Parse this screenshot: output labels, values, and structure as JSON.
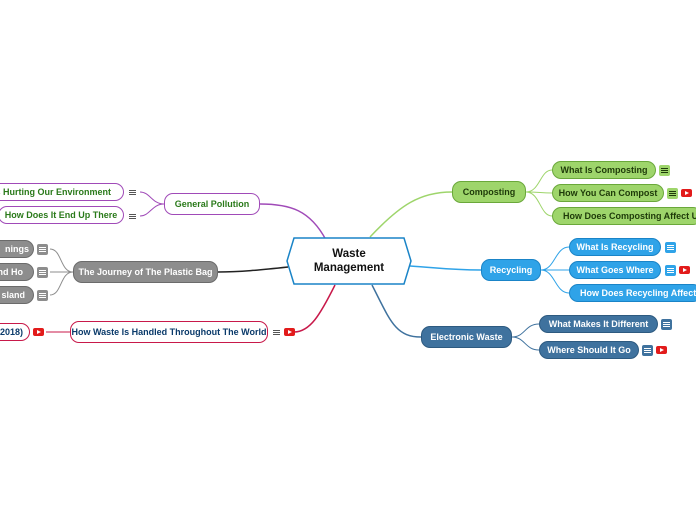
{
  "central": {
    "line1": "Waste",
    "line2": "Management"
  },
  "branches": {
    "composting": {
      "label": "Composting",
      "children": [
        "What Is Composting",
        "How You Can Compost",
        "How Does Composting Affect Us"
      ]
    },
    "recycling": {
      "label": "Recycling",
      "children": [
        "What Is Recycling",
        "What Goes Where",
        "How Does Recycling Affect Us"
      ]
    },
    "electronic": {
      "label": "Electronic Waste",
      "children": [
        "What Makes It Different",
        "Where Should It Go"
      ]
    },
    "pollution": {
      "label": "General Pollution",
      "children": [
        "Is Hurting Our Environment",
        "How Does It End Up There"
      ]
    },
    "plastic_bag": {
      "label": "The Journey of The Plastic Bag",
      "children": [
        "nings",
        "nd Ho",
        "sland"
      ]
    },
    "world": {
      "label": "How Waste Is Handled Throughout The World",
      "children": [
        "2018)"
      ]
    }
  },
  "icons": {
    "note": "notes-icon",
    "video": "youtube-icon"
  },
  "colors": {
    "composting": "#9ed56b",
    "recycling": "#2fa3e8",
    "electronic": "#3f729e",
    "pollution": "#a04ab8",
    "plastic_bag": "#8d8d8d",
    "world": "#c8194a",
    "central_border": "#1a84c7"
  }
}
